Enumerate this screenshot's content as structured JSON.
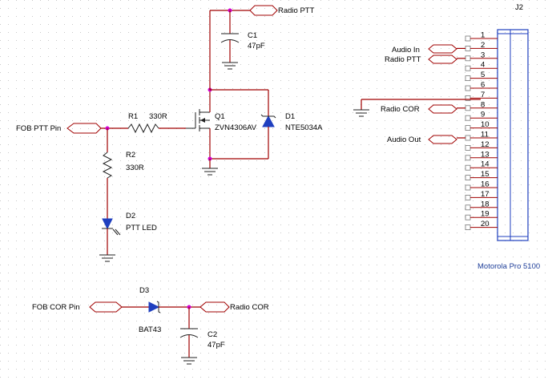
{
  "connector": {
    "ref": "J2",
    "part": "Motorola Pro 5100",
    "pins": [
      "1",
      "2",
      "3",
      "4",
      "5",
      "6",
      "7",
      "8",
      "9",
      "10",
      "11",
      "12",
      "13",
      "14",
      "15",
      "16",
      "17",
      "18",
      "19",
      "20"
    ],
    "net_labels": {
      "audio_in": "Audio In",
      "radio_ptt": "Radio PTT",
      "radio_cor": "Radio COR",
      "audio_out": "Audio Out"
    }
  },
  "ptt_circuit": {
    "input_label": "FOB PTT Pin",
    "output_label": "Radio PTT",
    "r1": {
      "ref": "R1",
      "value": "330R"
    },
    "r2": {
      "ref": "R2",
      "value": "330R"
    },
    "c1": {
      "ref": "C1",
      "value": "47pF"
    },
    "q1": {
      "ref": "Q1",
      "value": "ZVN4306AV"
    },
    "d1": {
      "ref": "D1",
      "value": "NTE5034A"
    },
    "d2": {
      "ref": "D2",
      "value": "PTT LED"
    }
  },
  "cor_circuit": {
    "input_label": "FOB COR Pin",
    "output_label": "Radio COR",
    "d3": {
      "ref": "D3",
      "value": "BAT43"
    },
    "c2": {
      "ref": "C2",
      "value": "47pF"
    }
  }
}
